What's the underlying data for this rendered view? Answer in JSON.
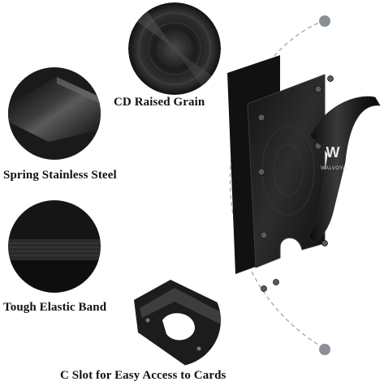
{
  "features": [
    {
      "label": "CD Raised Grain",
      "icon": "cd-grain-closeup"
    },
    {
      "label": "Spring Stainless Steel",
      "icon": "spring-clip-closeup"
    },
    {
      "label": "Tough Elastic Band",
      "icon": "elastic-band-closeup"
    },
    {
      "label": "C Slot for Easy Access to Cards",
      "icon": "c-slot-closeup"
    }
  ],
  "product": {
    "brand_mark": "W",
    "brand_name": "WALVOYA"
  },
  "colors": {
    "background": "#ffffff",
    "product_black": "#1a1a1a",
    "accent_gray": "#8a8f96",
    "text": "#111111"
  }
}
